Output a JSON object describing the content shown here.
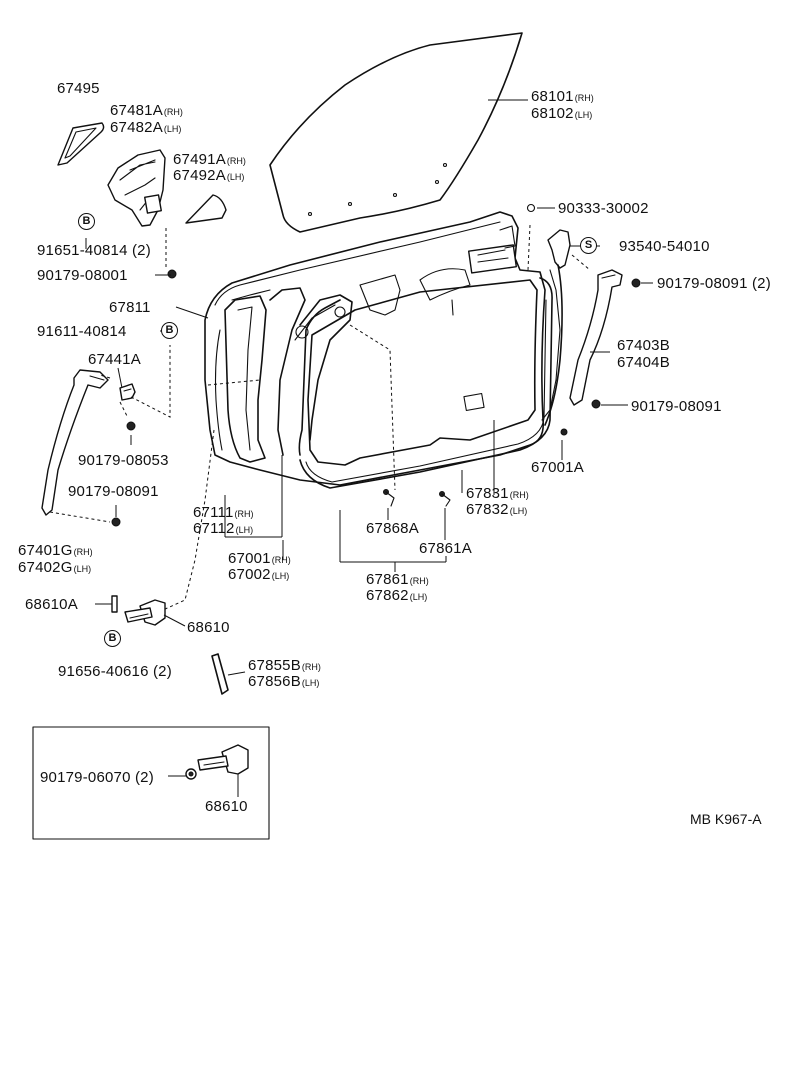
{
  "labels": [
    {
      "id": "67495",
      "text": "67495"
    },
    {
      "id": "67481A",
      "text": "67481A",
      "suffix": "(RH)"
    },
    {
      "id": "67482A",
      "text": "67482A",
      "suffix": "(LH)"
    },
    {
      "id": "67491A",
      "text": "67491A",
      "suffix": "(RH)"
    },
    {
      "id": "67492A",
      "text": "67492A",
      "suffix": "(LH)"
    },
    {
      "id": "68101",
      "text": "68101",
      "suffix": "(RH)"
    },
    {
      "id": "68102",
      "text": "68102",
      "suffix": "(LH)"
    },
    {
      "id": "90333-30002",
      "text": "90333-30002"
    },
    {
      "id": "93540-54010",
      "text": "93540-54010"
    },
    {
      "id": "91651-40814",
      "text": "91651-40814 (2)"
    },
    {
      "id": "90179-08001",
      "text": "90179-08001"
    },
    {
      "id": "90179-08091a",
      "text": "90179-08091 (2)"
    },
    {
      "id": "67811",
      "text": "67811"
    },
    {
      "id": "91611-40814",
      "text": "91611-40814"
    },
    {
      "id": "67441A",
      "text": "67441A"
    },
    {
      "id": "67403B",
      "text": "67403B"
    },
    {
      "id": "67404B",
      "text": "67404B"
    },
    {
      "id": "90179-08091b",
      "text": "90179-08091"
    },
    {
      "id": "90179-08053",
      "text": "90179-08053"
    },
    {
      "id": "67001A",
      "text": "67001A"
    },
    {
      "id": "90179-08091c",
      "text": "90179-08091"
    },
    {
      "id": "67831",
      "text": "67831",
      "suffix": "(RH)"
    },
    {
      "id": "67832",
      "text": "67832",
      "suffix": "(LH)"
    },
    {
      "id": "67111",
      "text": "67111",
      "suffix": "(RH)"
    },
    {
      "id": "67112",
      "text": "67112",
      "suffix": "(LH)"
    },
    {
      "id": "67401G",
      "text": "67401G",
      "suffix": "(RH)"
    },
    {
      "id": "67402G",
      "text": "67402G",
      "suffix": "(LH)"
    },
    {
      "id": "67868A",
      "text": "67868A"
    },
    {
      "id": "67861A",
      "text": "67861A"
    },
    {
      "id": "67001",
      "text": "67001",
      "suffix": "(RH)"
    },
    {
      "id": "67002",
      "text": "67002",
      "suffix": "(LH)"
    },
    {
      "id": "67861",
      "text": "67861",
      "suffix": "(RH)"
    },
    {
      "id": "67862",
      "text": "67862",
      "suffix": "(LH)"
    },
    {
      "id": "68610A",
      "text": "68610A"
    },
    {
      "id": "68610a",
      "text": "68610"
    },
    {
      "id": "91656-40616",
      "text": "91656-40616  (2)"
    },
    {
      "id": "67855B",
      "text": "67855B",
      "suffix": "(RH)"
    },
    {
      "id": "67856B",
      "text": "67856B",
      "suffix": "(LH)"
    },
    {
      "id": "90179-06070",
      "text": "90179-06070 (2)"
    },
    {
      "id": "68610b",
      "text": "68610"
    }
  ],
  "markers": {
    "B": "B",
    "S": "S"
  },
  "reference": "MB K967-A"
}
